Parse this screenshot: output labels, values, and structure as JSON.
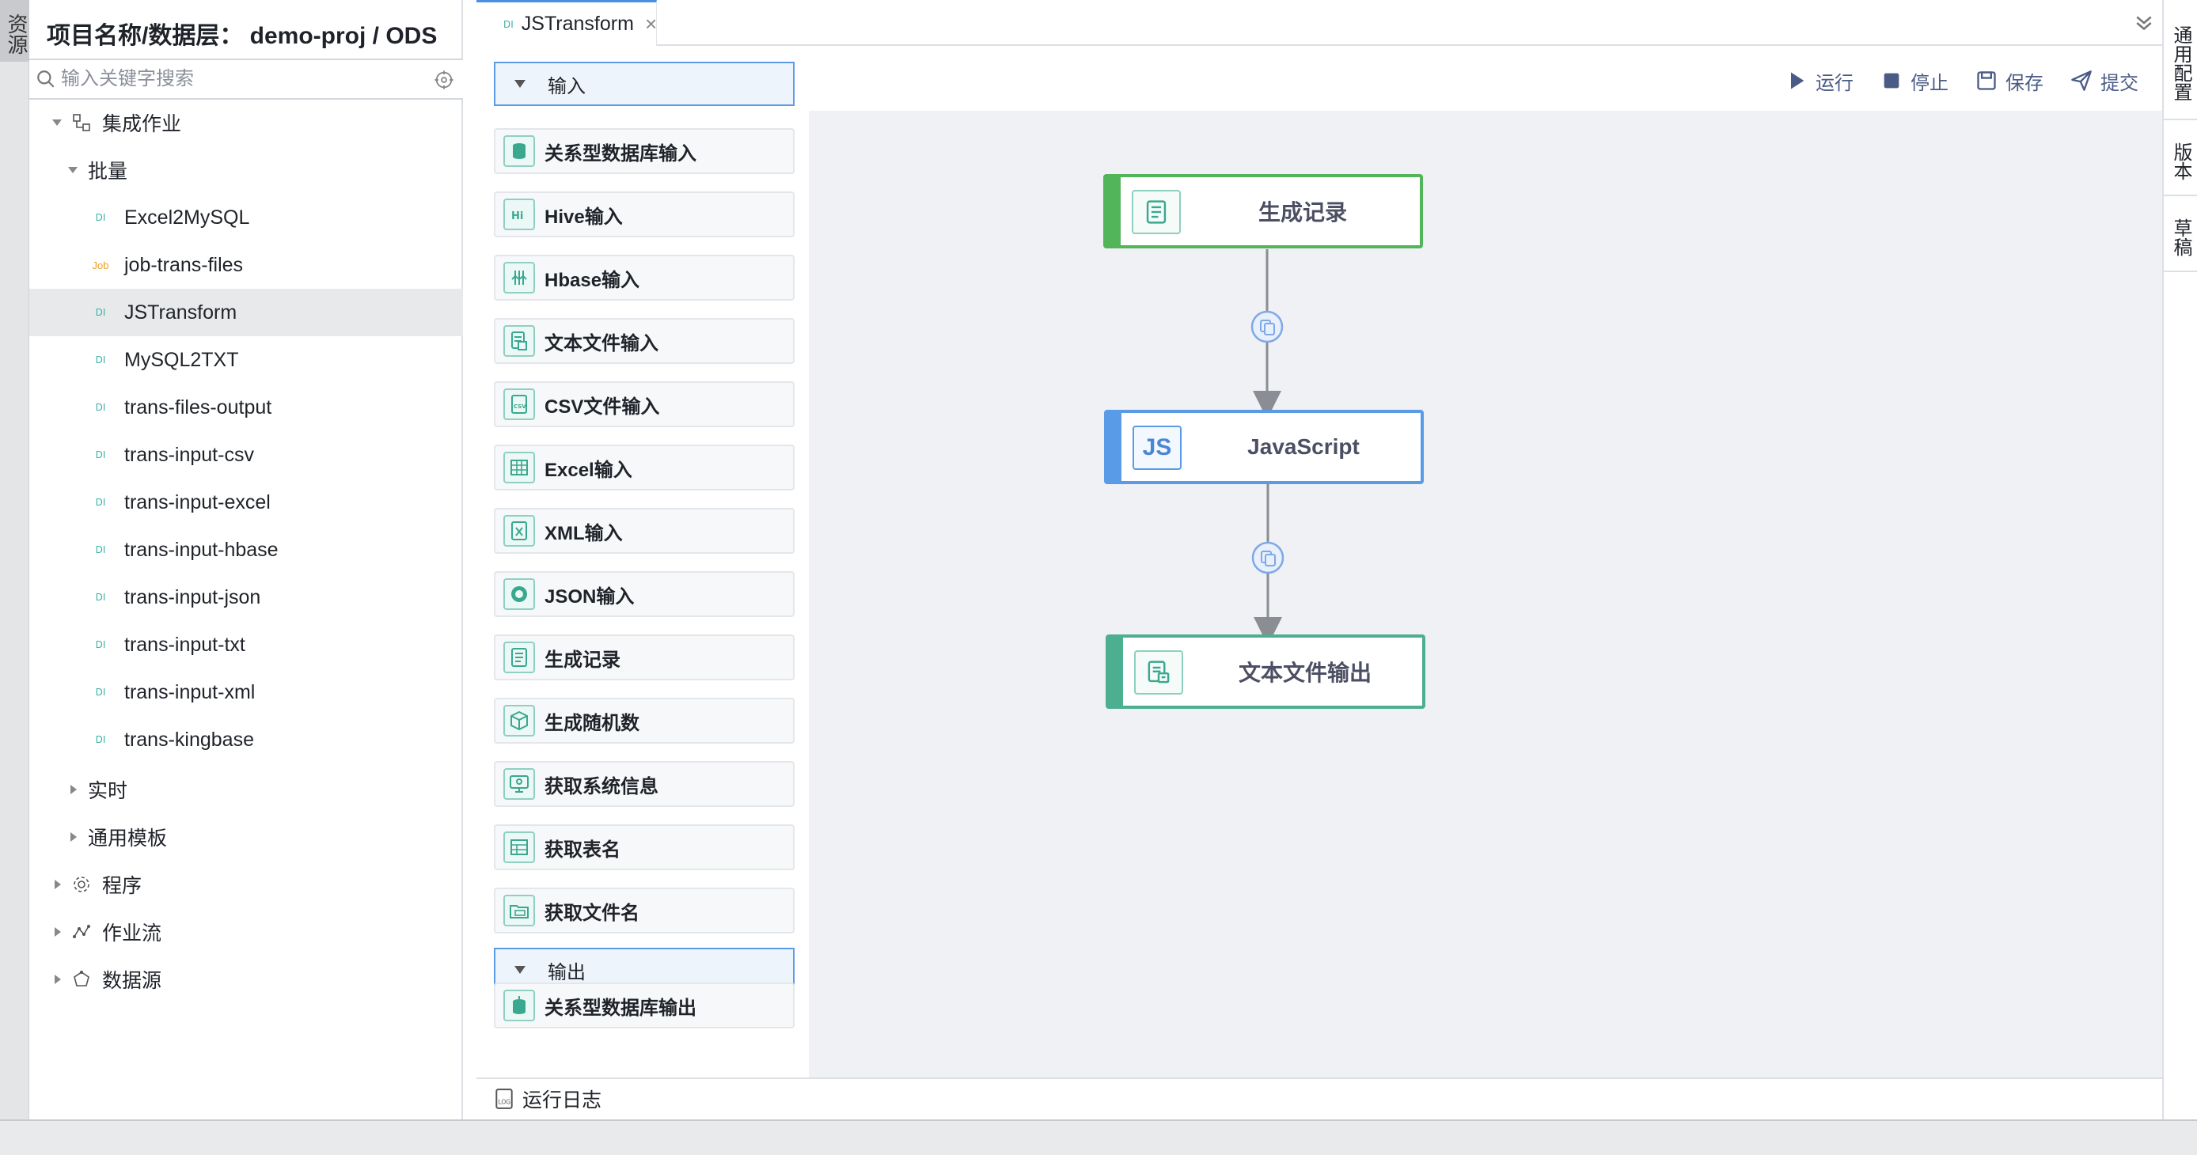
{
  "left_strip": {
    "tab_label": "资源"
  },
  "project": {
    "title": "项目名称/数据层：  demo-proj / ODS",
    "search_placeholder": "输入关键字搜索"
  },
  "tree": {
    "integration": "集成作业",
    "batch": "批量",
    "batch_items": [
      {
        "badge": "DI",
        "label": "Excel2MySQL"
      },
      {
        "badge": "Job",
        "label": "job-trans-files"
      },
      {
        "badge": "DI",
        "label": "JSTransform"
      },
      {
        "badge": "DI",
        "label": "MySQL2TXT"
      },
      {
        "badge": "DI",
        "label": "trans-files-output"
      },
      {
        "badge": "DI",
        "label": "trans-input-csv"
      },
      {
        "badge": "DI",
        "label": "trans-input-excel"
      },
      {
        "badge": "DI",
        "label": "trans-input-hbase"
      },
      {
        "badge": "DI",
        "label": "trans-input-json"
      },
      {
        "badge": "DI",
        "label": "trans-input-txt"
      },
      {
        "badge": "DI",
        "label": "trans-input-xml"
      },
      {
        "badge": "DI",
        "label": "trans-kingbase"
      }
    ],
    "realtime": "实时",
    "templates": "通用模板",
    "program": "程序",
    "workflow": "作业流",
    "datasource": "数据源"
  },
  "tabs": {
    "active": {
      "badge": "DI",
      "label": "JSTransform",
      "close": "×"
    }
  },
  "palette": {
    "input_section": "输入",
    "inputs": [
      {
        "label": "关系型数据库输入",
        "icon": "database-icon"
      },
      {
        "label": "Hive输入",
        "icon": "hive-icon"
      },
      {
        "label": "Hbase输入",
        "icon": "hbase-icon"
      },
      {
        "label": "文本文件输入",
        "icon": "text-file-icon"
      },
      {
        "label": "CSV文件输入",
        "icon": "csv-file-icon"
      },
      {
        "label": "Excel输入",
        "icon": "excel-grid-icon"
      },
      {
        "label": "XML输入",
        "icon": "xml-file-icon"
      },
      {
        "label": "JSON输入",
        "icon": "json-icon"
      },
      {
        "label": "生成记录",
        "icon": "generate-records-icon"
      },
      {
        "label": "生成随机数",
        "icon": "random-cube-icon"
      },
      {
        "label": "获取系统信息",
        "icon": "system-info-icon"
      },
      {
        "label": "获取表名",
        "icon": "table-name-icon"
      },
      {
        "label": "获取文件名",
        "icon": "file-name-icon"
      }
    ],
    "output_section": "输出",
    "outputs": [
      {
        "label": "关系型数据库输出",
        "icon": "database-out-icon"
      }
    ]
  },
  "toolbar": {
    "run": "运行",
    "stop": "停止",
    "save": "保存",
    "submit": "提交"
  },
  "flow": {
    "nodes": [
      {
        "label": "生成记录",
        "icon": "generate-records-icon",
        "color": "#52b55a"
      },
      {
        "label": "JavaScript",
        "icon": "js-icon",
        "color": "#5a9be8",
        "icon_text": "JS"
      },
      {
        "label": "文本文件输出",
        "icon": "text-file-output-icon",
        "color": "#4caf8f"
      }
    ]
  },
  "run_log": "运行日志",
  "right_strip": {
    "general_config": "通用配置",
    "version": "版本",
    "draft": "草稿"
  },
  "colors": {
    "accent": "#4a90e2",
    "teal": "#3bb2a5",
    "canvas_bg": "#f0f1f4"
  }
}
